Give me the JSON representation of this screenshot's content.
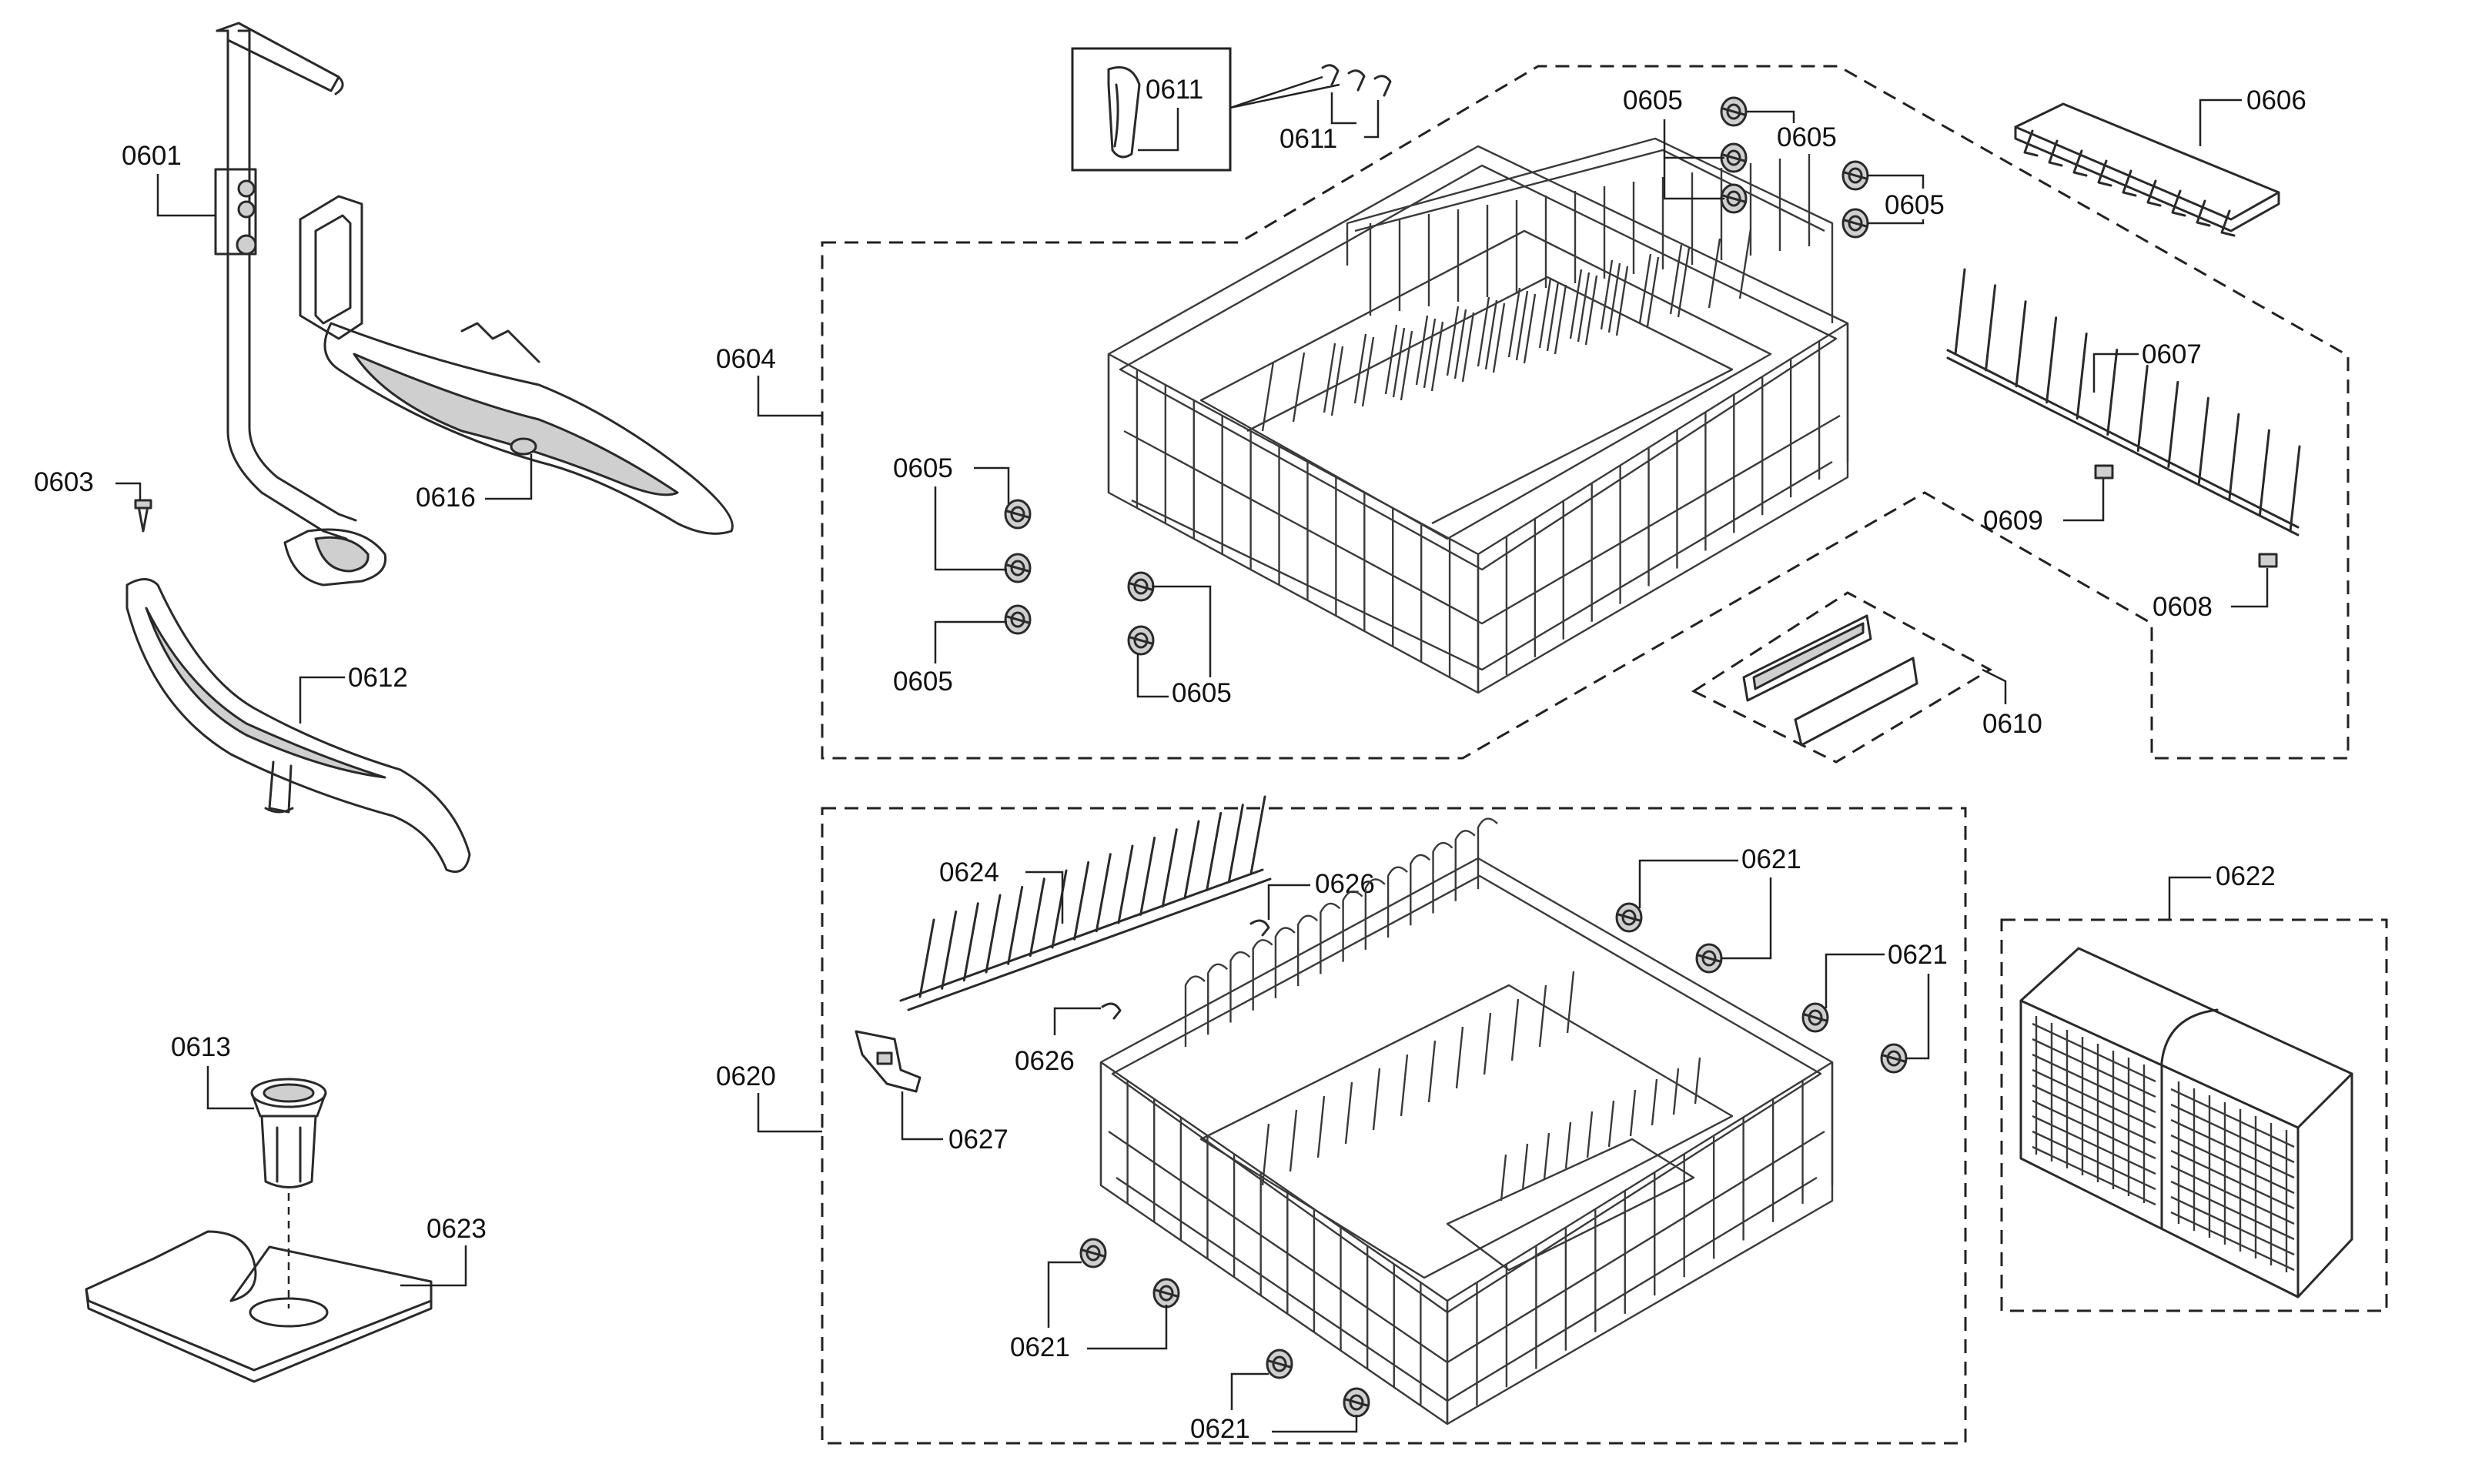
{
  "callouts": {
    "c0601": "0601",
    "c0603": "0603",
    "c0616": "0616",
    "c0612": "0612",
    "c0613": "0613",
    "c0623": "0623",
    "c0611a": "0611",
    "c0611b": "0611",
    "c0605a": "0605",
    "c0605b": "0605",
    "c0605c": "0605",
    "c0605d": "0605",
    "c0605e": "0605",
    "c0605f": "0605",
    "c0606": "0606",
    "c0607": "0607",
    "c0609": "0609",
    "c0608": "0608",
    "c0610": "0610",
    "c0604": "0604",
    "c0620": "0620",
    "c0624": "0624",
    "c0626a": "0626",
    "c0626b": "0626",
    "c0627": "0627",
    "c0621a": "0621",
    "c0621b": "0621",
    "c0621c": "0621",
    "c0621d": "0621",
    "c0622": "0622"
  },
  "colors": {
    "line": "#2a2a2a",
    "shade": "#cfcfcf",
    "background": "#ffffff"
  }
}
